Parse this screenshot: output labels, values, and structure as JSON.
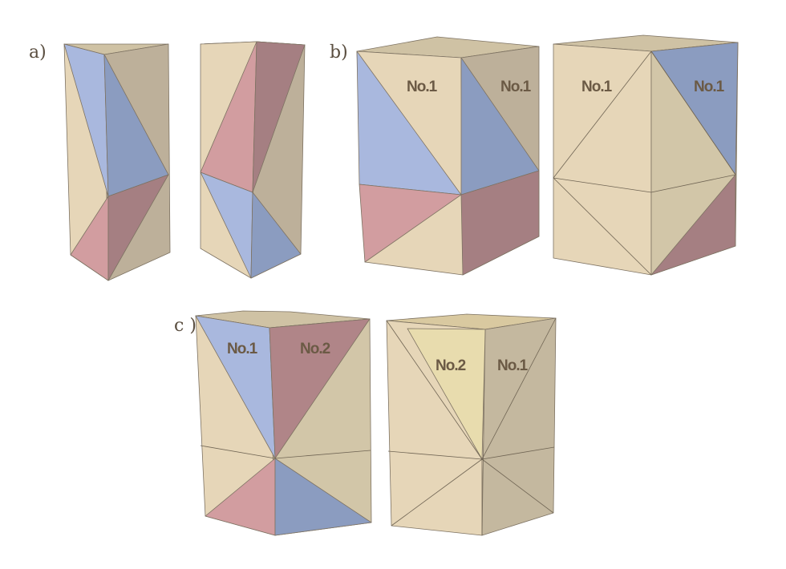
{
  "panels": {
    "a": {
      "label": "a)"
    },
    "b": {
      "label": "b)",
      "faces": [
        "No.1",
        "No.1",
        "No.1",
        "No.1"
      ]
    },
    "c": {
      "label": "c )",
      "faces": [
        "No.1",
        "No.2",
        "No.2",
        "No.1"
      ]
    }
  },
  "colors": {
    "tan_light": "#e6d6b8",
    "tan_mid": "#d8cba9",
    "tan_dark": "#bdb09a",
    "blue": "#a9b8de",
    "blue_dark": "#8b9cc0",
    "pink": "#d29da0",
    "pink_dark": "#a57f82",
    "yellow": "#e8dcae"
  }
}
